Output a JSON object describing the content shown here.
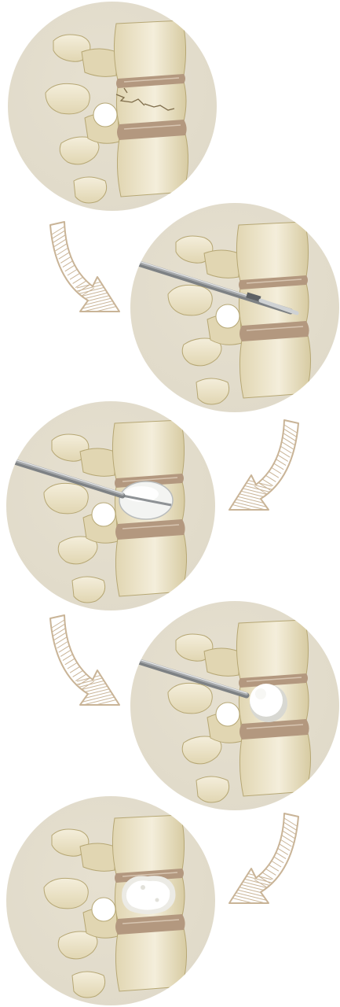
{
  "illustration": {
    "steps": [
      {
        "id": "fractured-vertebra",
        "tool": "none",
        "filling": "none"
      },
      {
        "id": "needle-insertion",
        "tool": "needle",
        "filling": "none"
      },
      {
        "id": "balloon-inflation",
        "tool": "needle",
        "filling": "balloon"
      },
      {
        "id": "cement-injection",
        "tool": "needle",
        "filling": "cement"
      },
      {
        "id": "cement-set",
        "tool": "none",
        "filling": "cement"
      }
    ],
    "arrows": [
      {
        "id": "arrow-1",
        "direction": "down-right"
      },
      {
        "id": "arrow-2",
        "direction": "down-left"
      },
      {
        "id": "arrow-3",
        "direction": "down-right"
      },
      {
        "id": "arrow-4",
        "direction": "down-left"
      }
    ],
    "colors": {
      "circle_bg": "#e0dac9",
      "bone_light": "#f4eedb",
      "bone_mid": "#e1d6b2",
      "bone_shadow": "#b6a774",
      "disc": "#b3987f",
      "arrow_stroke": "#c9b497",
      "needle": "#a5a8ab",
      "cement": "#ffffff"
    }
  }
}
